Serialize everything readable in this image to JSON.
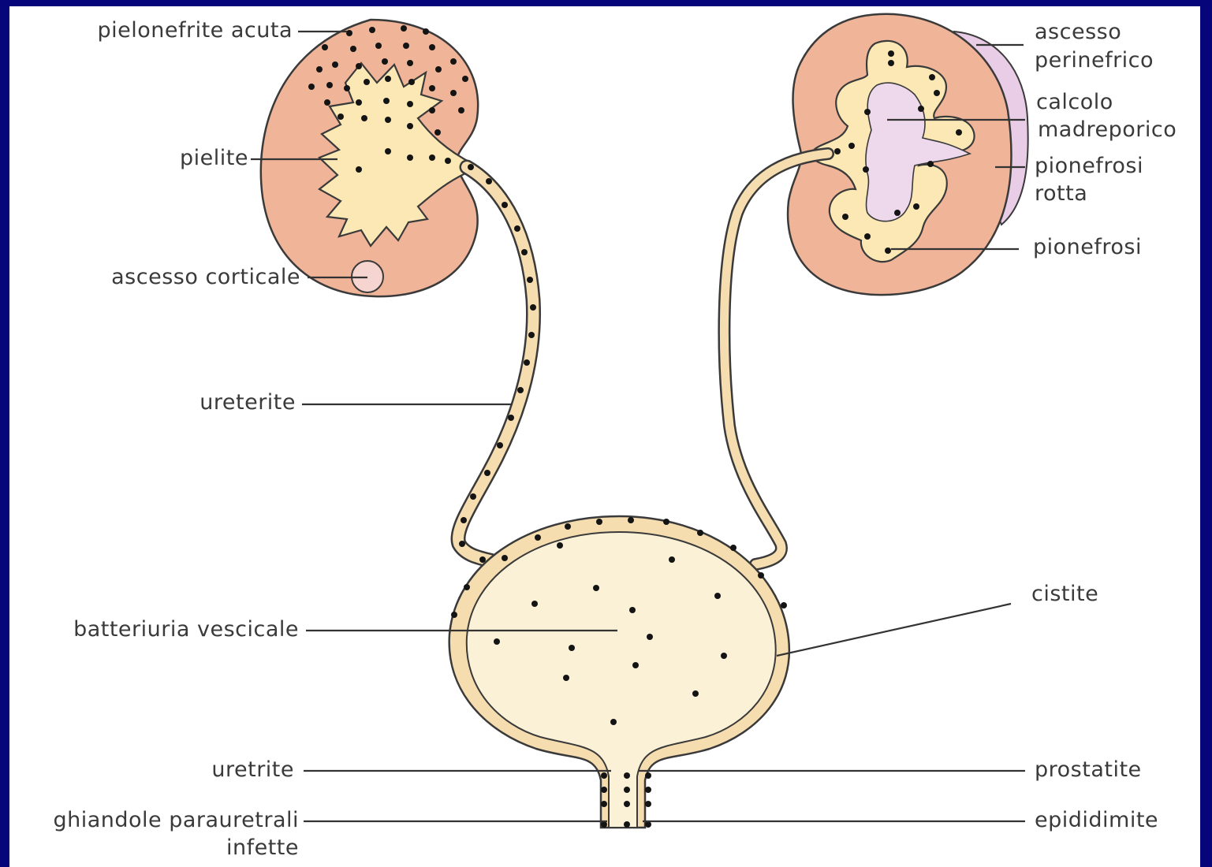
{
  "colors": {
    "frame": "#06067a",
    "paper": "#ffffff",
    "kidney": "#f0b498",
    "lumen": "#fbe8b4",
    "wall": "#f6ddb0",
    "abscess": "#e9cce6",
    "dot": "#141414",
    "line": "#333333"
  },
  "labels": {
    "pielonefrite_acuta": "pielonefrite acuta",
    "pielite": "pielite",
    "ascesso_corticale": "ascesso corticale",
    "ureterite": "ureterite",
    "batteriuria_vescicale": "batteriuria vescicale",
    "uretrite": "uretrite",
    "ghiandole_1": "ghiandole parauretrali",
    "ghiandole_2": "infette",
    "ascesso_perinefrico_1": "ascesso",
    "ascesso_perinefrico_2": "perinefrico",
    "calcolo_1": "calcolo",
    "calcolo_2": "madreporico",
    "pionefrosi_rotta_1": "pionefrosi",
    "pionefrosi_rotta_2": "rotta",
    "pionefrosi": "pionefrosi",
    "cistite": "cistite",
    "prostatite": "prostatite",
    "epididimite": "epididimite"
  }
}
